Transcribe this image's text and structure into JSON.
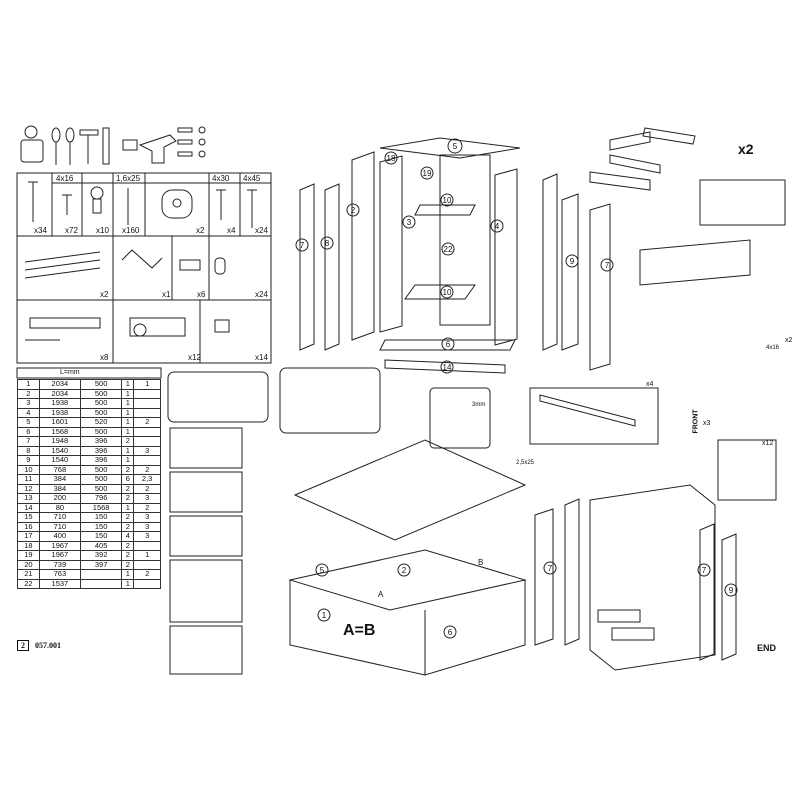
{
  "document": {
    "page_number": "2",
    "code": "057.001",
    "end_label": "END",
    "drawer_multiplier": "x2",
    "front_label": "FRONT",
    "equation_label": "A=B",
    "dim_a": "A",
    "dim_b": "B"
  },
  "hardware": {
    "sizes": [
      "4x16",
      "1,6x25",
      "4x30",
      "4x45"
    ],
    "counts_row1": [
      "x34",
      "x72",
      "x10",
      "x160",
      "x2",
      "x4",
      "x24"
    ],
    "counts_row2": [
      "x2",
      "x1",
      "x6",
      "x24"
    ],
    "counts_row3": [
      "x8",
      "x12",
      "x14"
    ]
  },
  "step_labels": {
    "hinge_count": "x12",
    "screw_x3": "x3",
    "screw_x2": "x2",
    "rail_x4": "x4",
    "screw_size_a": "4x16",
    "screw_size_b": "2,5x25",
    "dim_mm": "3mm"
  },
  "parts_table": {
    "header_unit": "L=mm",
    "rows": [
      [
        "1",
        "2034",
        "500",
        "1",
        "1"
      ],
      [
        "2",
        "2034",
        "500",
        "1",
        ""
      ],
      [
        "3",
        "1938",
        "500",
        "1",
        ""
      ],
      [
        "4",
        "1938",
        "500",
        "1",
        ""
      ],
      [
        "5",
        "1601",
        "520",
        "1",
        "2"
      ],
      [
        "6",
        "1568",
        "500",
        "1",
        ""
      ],
      [
        "7",
        "1948",
        "396",
        "2",
        ""
      ],
      [
        "8",
        "1540",
        "396",
        "1",
        "3"
      ],
      [
        "9",
        "1540",
        "396",
        "1",
        ""
      ],
      [
        "10",
        "768",
        "500",
        "2",
        "2"
      ],
      [
        "11",
        "384",
        "500",
        "6",
        "2,3"
      ],
      [
        "12",
        "384",
        "500",
        "2",
        "2"
      ],
      [
        "13",
        "200",
        "796",
        "2",
        "3"
      ],
      [
        "14",
        "80",
        "1568",
        "1",
        "2"
      ],
      [
        "15",
        "710",
        "150",
        "2",
        "3"
      ],
      [
        "16",
        "710",
        "150",
        "2",
        "3"
      ],
      [
        "17",
        "400",
        "150",
        "4",
        "3"
      ],
      [
        "18",
        "1967",
        "405",
        "2",
        ""
      ],
      [
        "19",
        "1967",
        "392",
        "2",
        "1"
      ],
      [
        "20",
        "739",
        "397",
        "2",
        ""
      ],
      [
        "21",
        "763",
        "",
        "1",
        "2"
      ],
      [
        "22",
        "1537",
        "",
        "1",
        ""
      ]
    ]
  },
  "part_numbers": [
    "1",
    "2",
    "3",
    "4",
    "5",
    "6",
    "7",
    "8",
    "9",
    "10",
    "11",
    "12",
    "13",
    "14",
    "15",
    "16",
    "17",
    "18",
    "19",
    "20",
    "21",
    "22"
  ]
}
